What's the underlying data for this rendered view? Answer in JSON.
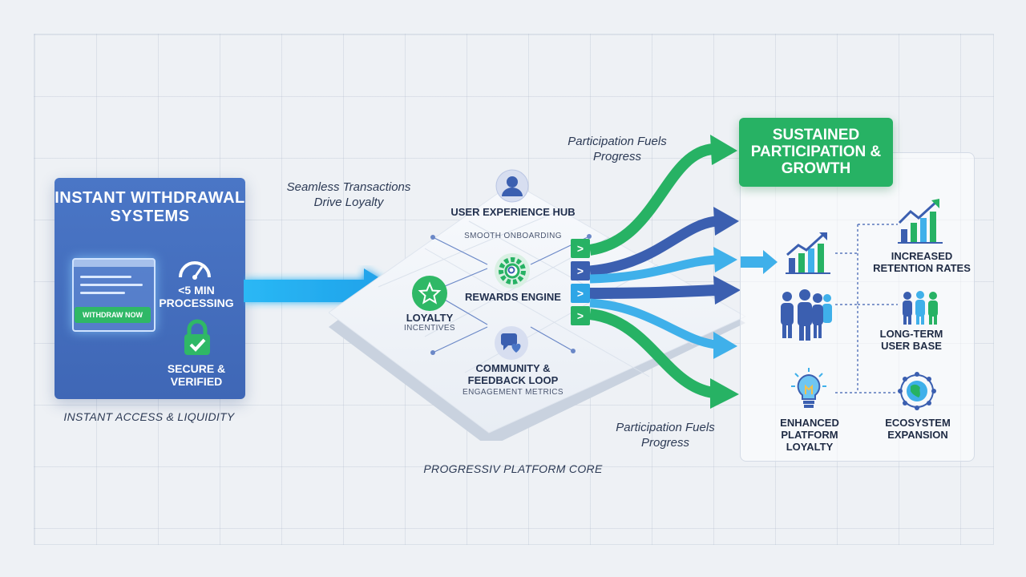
{
  "left": {
    "title": "INSTANT WITHDRAWAL SYSTEMS",
    "button": "WITHDRAW NOW",
    "speed": "<5 MIN PROCESSING",
    "secure": "SECURE & VERIFIED",
    "caption": "INSTANT ACCESS & LIQUIDITY"
  },
  "captions": {
    "seamless": "Seamless Transactions Drive Loyalty",
    "participation_top": "Participation Fuels Progress",
    "participation_bottom": "Participation Fuels Progress",
    "core": "PROGRESSIV PLATFORM CORE"
  },
  "core": {
    "ux_title": "USER EXPERIENCE HUB",
    "ux_sub": "SMOOTH ONBOARDING",
    "rewards": "REWARDS ENGINE",
    "loyalty_title": "LOYALTY",
    "loyalty_sub": "INCENTIVES",
    "community_title": "COMMUNITY & FEEDBACK LOOP",
    "community_sub": "ENGAGEMENT METRICS"
  },
  "chevrons": [
    ">",
    ">",
    ">",
    ">"
  ],
  "right": {
    "title": "SUSTAINED PARTICIPATION & GROWTH",
    "retention": "INCREASED RETENTION RATES",
    "userbase": "LONG-TERM USER BASE",
    "loyalty": "ENHANCED PLATFORM LOYALTY",
    "ecosystem": "ECOSYSTEM EXPANSION"
  },
  "colors": {
    "panel_blue": "#4a76c6",
    "accent_green": "#27b264",
    "cyan": "#27b0f0",
    "dark_blue": "#3b5fb0"
  }
}
